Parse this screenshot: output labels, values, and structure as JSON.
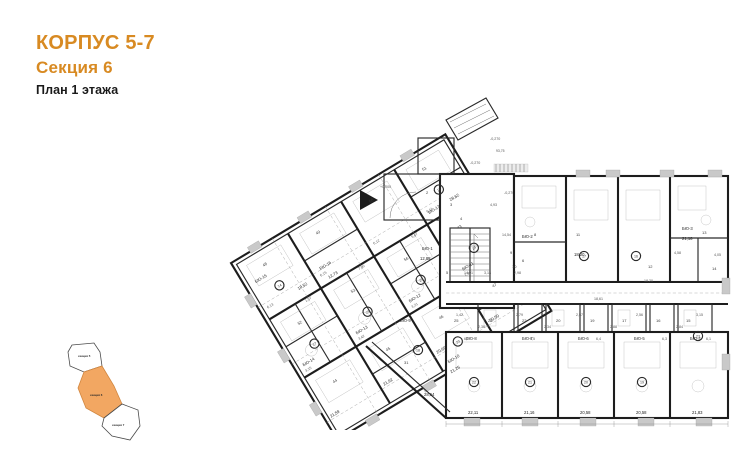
{
  "title": {
    "building": "КОРПУС 5-7",
    "section": "Секция 6",
    "floor": "План 1 этажа"
  },
  "colors": {
    "accent_orange": "#d88a22",
    "keyplan_fill": "#f2a762",
    "keyplan_stroke": "#4a4a4a",
    "wall_dark": "#1d1d1d",
    "background": "#ffffff"
  },
  "keyplan": {
    "name": "key-plan",
    "segments": [
      {
        "label": "секция 5",
        "highlighted": false
      },
      {
        "label": "секция 6",
        "highlighted": true
      },
      {
        "label": "секция 7",
        "highlighted": false
      }
    ]
  },
  "plan": {
    "elevation_marks": [
      "-0,270",
      "-0,270",
      "-0,270",
      "+0,000",
      "93,75"
    ],
    "units": [
      {
        "code": "БЮ-17",
        "area": "28,62"
      },
      {
        "code": "БЮ-16",
        "area": "12,73"
      },
      {
        "code": "БЮ-15",
        "area": "18,52"
      },
      {
        "code": "БЮ-14",
        "area": "21,59"
      },
      {
        "code": "БЮ-13",
        "area": "21,92"
      },
      {
        "code": "БЮ-12",
        "area": "20,69"
      },
      {
        "code": "БЮ-11",
        "area": "20,50"
      },
      {
        "code": "БЮ-10",
        "area": "21,25"
      },
      {
        "code": "БЮ-9",
        "area": "28,54"
      },
      {
        "code": "БЮ-8",
        "area": "22,11"
      },
      {
        "code": "БЮ-7",
        "area": "21,16"
      },
      {
        "code": "БЮ-6",
        "area": "20,58"
      },
      {
        "code": "БЮ-5",
        "area": "20,58"
      },
      {
        "code": "БЮ-4",
        "area": "21,83"
      },
      {
        "code": "БЮ-3",
        "area": "21,16"
      },
      {
        "code": "БЮ-2",
        "area": "18,20"
      },
      {
        "code": "БЮ-1",
        "area": "12,85"
      }
    ],
    "room_numbers": [
      "1",
      "2",
      "3",
      "4",
      "5",
      "6",
      "8",
      "9",
      "10",
      "11",
      "12",
      "13",
      "14",
      "15",
      "16",
      "17",
      "19",
      "20",
      "22",
      "23",
      "25",
      "26",
      "28",
      "29",
      "31",
      "36",
      "38",
      "39",
      "41",
      "42",
      "43",
      "44",
      "45",
      "46",
      "47",
      "48",
      "49",
      "50",
      "51",
      "52",
      "53",
      "56"
    ],
    "small_areas": [
      "6,15",
      "6,13",
      "6,12",
      "6,11",
      "6,8",
      "6,7",
      "6,5",
      "6,4",
      "6,3",
      "6,1",
      "4,93",
      "4,58",
      "4,05",
      "4,02",
      "3,15",
      "3,42",
      "3,21",
      "3,15",
      "3,13",
      "2,98",
      "2,94",
      "2,88",
      "2,84",
      "2,79",
      "2,57",
      "2,56",
      "2,36",
      "2,34",
      "1,57",
      "1,42",
      "7,90",
      "5,67",
      "14,21",
      "14,54",
      "18,20",
      "18,61",
      "20,77",
      "17,67",
      "21,41",
      "21,16",
      "21,83"
    ],
    "markers": [
      "14",
      "15",
      "16",
      "17",
      "18",
      "19",
      "20",
      "21",
      "22",
      "23",
      "24",
      "25",
      "26",
      "27"
    ]
  }
}
